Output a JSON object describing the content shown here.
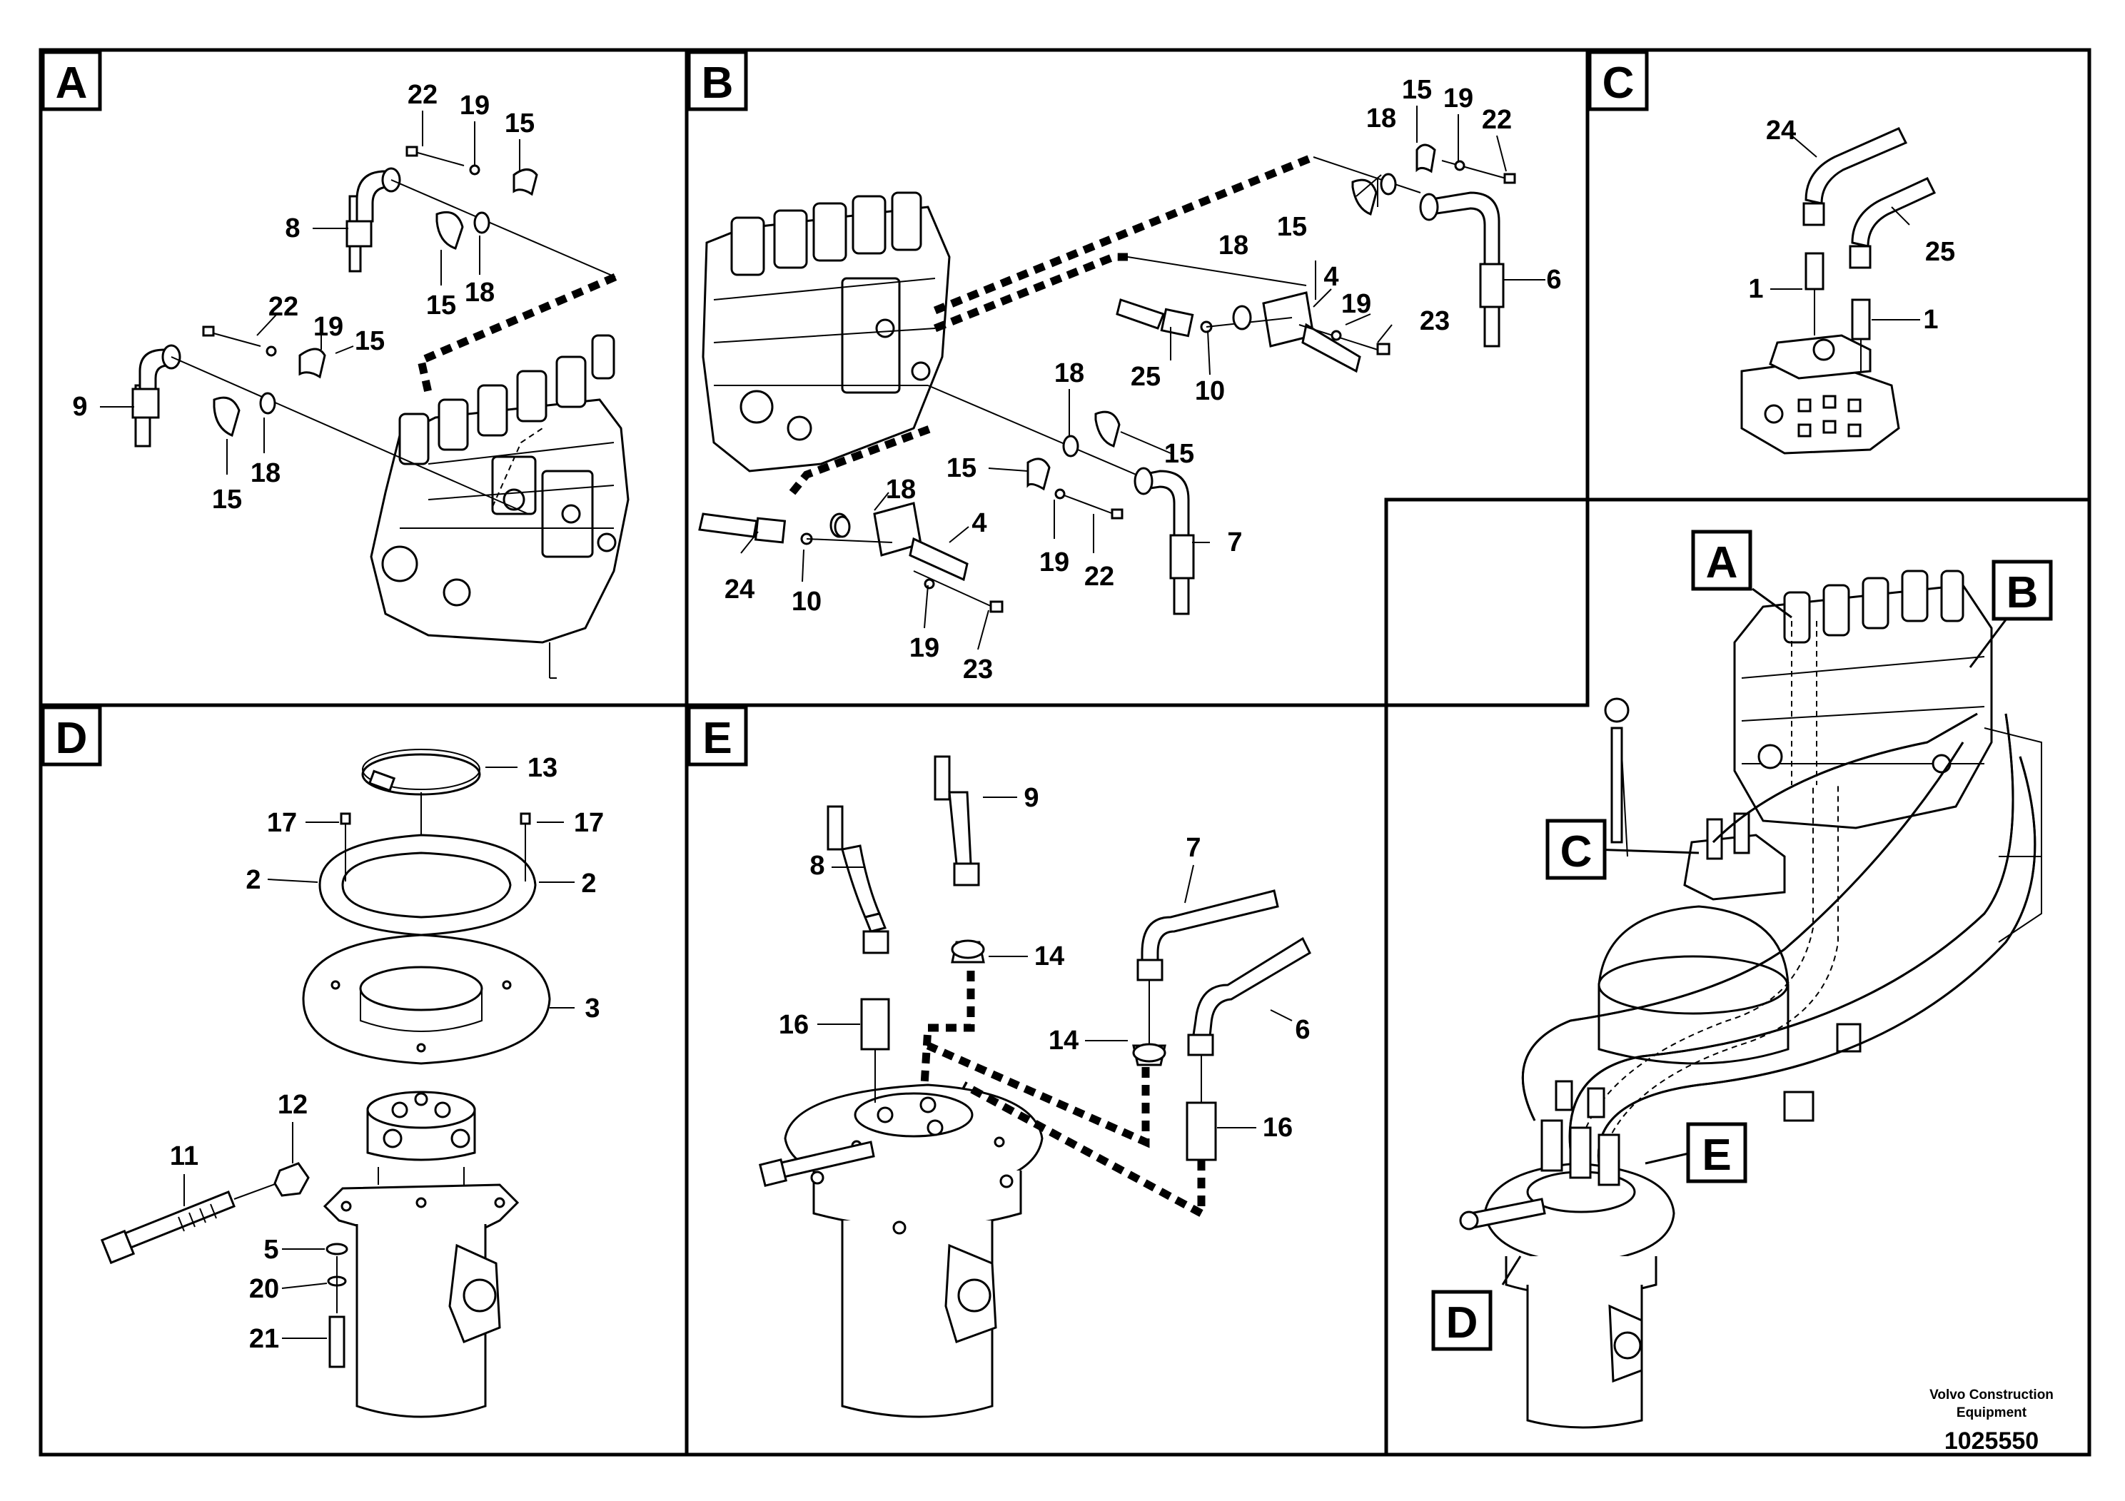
{
  "panels": {
    "A": {
      "letter": "A"
    },
    "B": {
      "letter": "B"
    },
    "C": {
      "letter": "C"
    },
    "D": {
      "letter": "D"
    },
    "E": {
      "letter": "E"
    }
  },
  "overview_callouts": [
    "A",
    "B",
    "C",
    "D",
    "E"
  ],
  "callouts": {
    "a_22": "22",
    "a_19": "19",
    "a_15": "15",
    "a_8": "8",
    "a_18": "18",
    "a_15b": "15",
    "a_22b": "22",
    "a_19b": "19",
    "a_15c": "15",
    "a_9": "9",
    "a_15d": "15",
    "a_18b": "18",
    "b_15": "15",
    "b_18": "18",
    "b_19": "19",
    "b_22": "22",
    "b_15b": "15",
    "b_6": "6",
    "b_18b": "18",
    "b_4": "4",
    "b_19b": "19",
    "b_23": "23",
    "b_25": "25",
    "b_10": "10",
    "b_18c": "18",
    "b_15c": "15",
    "b_15d": "15",
    "b_7": "7",
    "b_18d": "18",
    "b_4b": "4",
    "b_19c": "19",
    "b_22b": "22",
    "b_24": "24",
    "b_10b": "10",
    "b_19d": "19",
    "b_23b": "23",
    "c_24": "24",
    "c_25": "25",
    "c_1": "1",
    "c_1b": "1",
    "d_13": "13",
    "d_17": "17",
    "d_17b": "17",
    "d_2": "2",
    "d_2b": "2",
    "d_3": "3",
    "d_12": "12",
    "d_11": "11",
    "d_5": "5",
    "d_20": "20",
    "d_21": "21",
    "e_9": "9",
    "e_8": "8",
    "e_7": "7",
    "e_14": "14",
    "e_6": "6",
    "e_16": "16",
    "e_14b": "14",
    "e_16b": "16"
  },
  "footer": {
    "brand_line1": "Volvo Construction",
    "brand_line2": "Equipment",
    "drawing_number": "1025550"
  }
}
